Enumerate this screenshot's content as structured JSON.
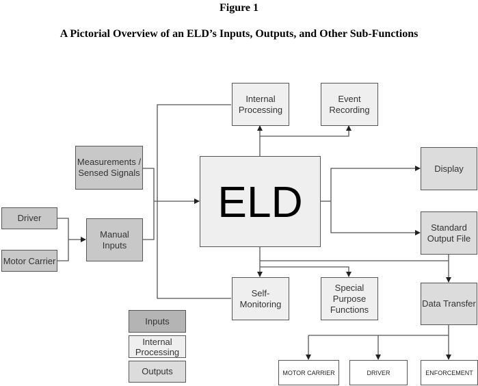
{
  "figure": {
    "label": "Figure 1",
    "title": "A Pictorial Overview of an ELD’s Inputs, Outputs, and Other Sub-Functions"
  },
  "nodes": {
    "eld": "ELD",
    "measurements": "Measurements / Sensed Signals",
    "driver": "Driver",
    "motor_carrier": "Motor Carrier",
    "manual_inputs": "Manual Inputs",
    "internal_processing": "Internal Processing",
    "event_recording": "Event Recording",
    "display": "Display",
    "standard_output_file": "Standard Output File",
    "self_monitoring": "Self-Monitoring",
    "special_purpose": "Special Purpose Functions",
    "data_transfer": "Data Transfer",
    "dest_motor_carrier": "MOTOR CARRIER",
    "dest_driver": "DRIVER",
    "dest_enforcement": "ENFORCEMENT"
  },
  "legend": {
    "inputs": "Inputs",
    "internal_processing": "Internal Processing",
    "outputs": "Outputs"
  },
  "colors": {
    "inputs": "#c8c8c8",
    "internal_processing": "#efefef",
    "outputs": "#dcdcdc",
    "line": "#555555"
  }
}
